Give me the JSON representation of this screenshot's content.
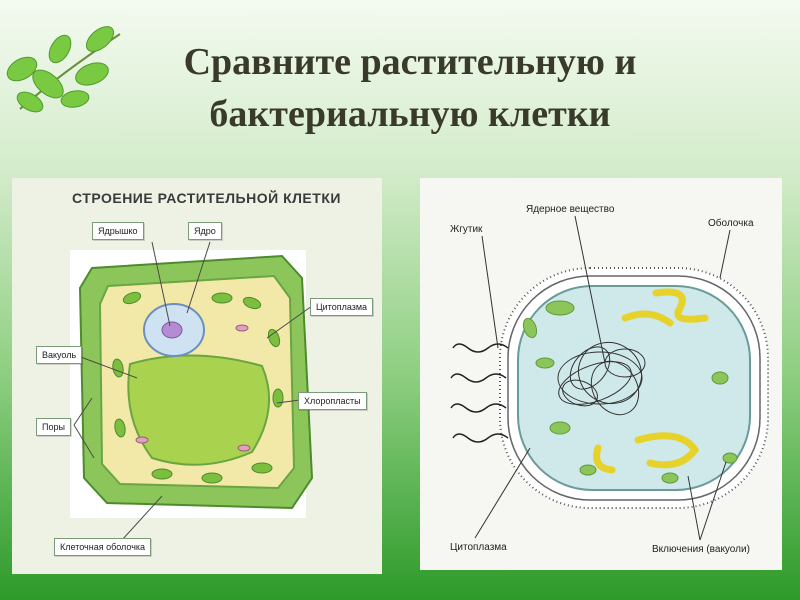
{
  "title": {
    "line1": "Сравните растительную и",
    "line2": "бактериальную клетки"
  },
  "plant": {
    "heading": "СТРОЕНИЕ РАСТИТЕЛЬНОЙ КЛЕТКИ",
    "labels": {
      "nucleolus": "Ядрышко",
      "nucleus": "Ядро",
      "cytoplasm": "Цитоплазма",
      "vacuole": "Вакуоль",
      "chloroplasts": "Хлоропласты",
      "pores": "Поры",
      "cell_wall": "Клеточная оболочка"
    }
  },
  "bacteria": {
    "labels": {
      "nuclear_matter": "Ядерное вещество",
      "shell": "Оболочка",
      "flagellum": "Жгутик",
      "cytoplasm": "Цитоплазма",
      "inclusions": "Включения (вакуоли)"
    }
  }
}
